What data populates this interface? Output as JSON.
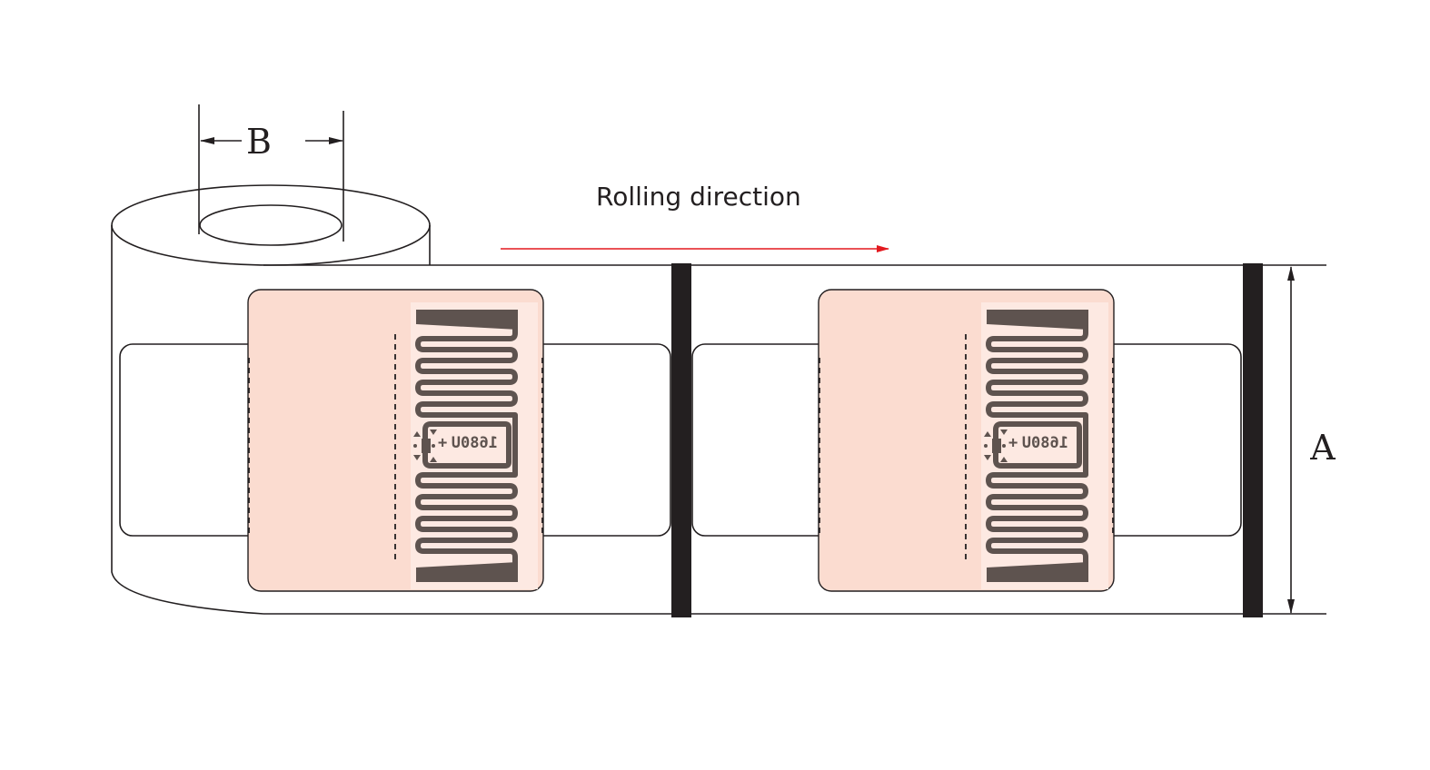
{
  "diagram": {
    "title": "RFID label roll",
    "caption": "Rolling direction",
    "dimensions": {
      "core_width_label": "B",
      "label_width_label": "A"
    },
    "labels": [
      {
        "chip_text": "1680U",
        "chip_symbol": "+"
      },
      {
        "chip_text": "1680U",
        "chip_symbol": "+"
      }
    ],
    "colors": {
      "label_fill": "#fbdcd0",
      "antenna": "#5e534f",
      "direction_arrow": "#e3191f",
      "line": "#231f20"
    }
  }
}
